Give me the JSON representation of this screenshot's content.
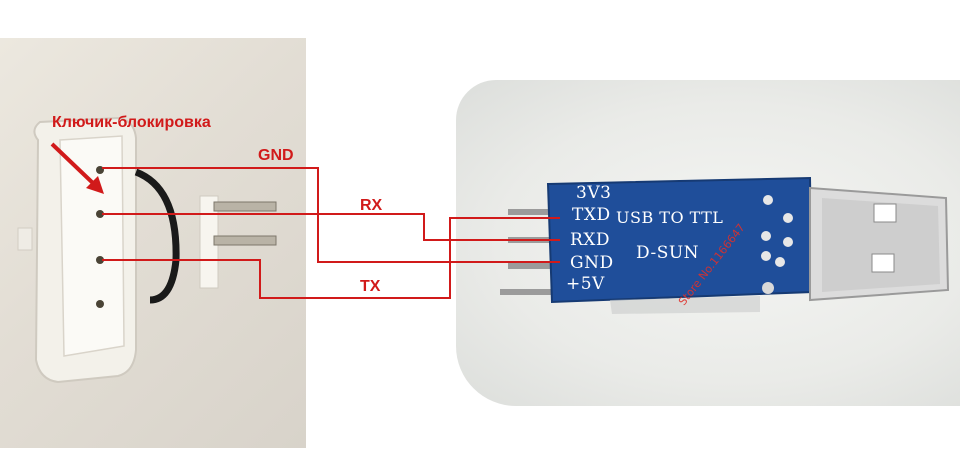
{
  "annotation": {
    "lock_key_label": "Ключик-блокировка",
    "wires": {
      "gnd": "GND",
      "rx": "RX",
      "tx": "TX"
    }
  },
  "board": {
    "pins": [
      "3V3",
      "TXD",
      "RXD",
      "GND",
      "+5V"
    ],
    "title_line1": "USB TO TTL",
    "title_line2": "D-SUN",
    "watermark": "Store No.1166647"
  },
  "colors": {
    "wire": "#d11a1a",
    "board": "#1f4e9a",
    "connector": "#f3f1ea"
  }
}
